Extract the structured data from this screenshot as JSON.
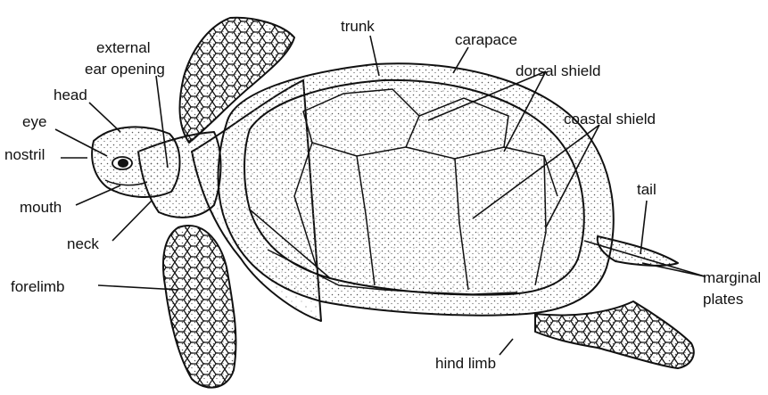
{
  "labels": {
    "trunk": "trunk",
    "carapace": "carapace",
    "external_ear_opening_line1": "external",
    "external_ear_opening_line2": "ear opening",
    "head": "head",
    "eye": "eye",
    "nostril": "nostril",
    "mouth": "mouth",
    "neck": "neck",
    "dorsal_shield": "dorsal shield",
    "coastal_shield": "coastal shield",
    "tail": "tail",
    "forelimb": "forelimb",
    "marginal_plates_line1": "marginal",
    "marginal_plates_line2": "plates",
    "hind_limb": "hind limb"
  },
  "colors": {
    "ink": "#111111",
    "stipple": "#555555",
    "background": "#ffffff"
  }
}
